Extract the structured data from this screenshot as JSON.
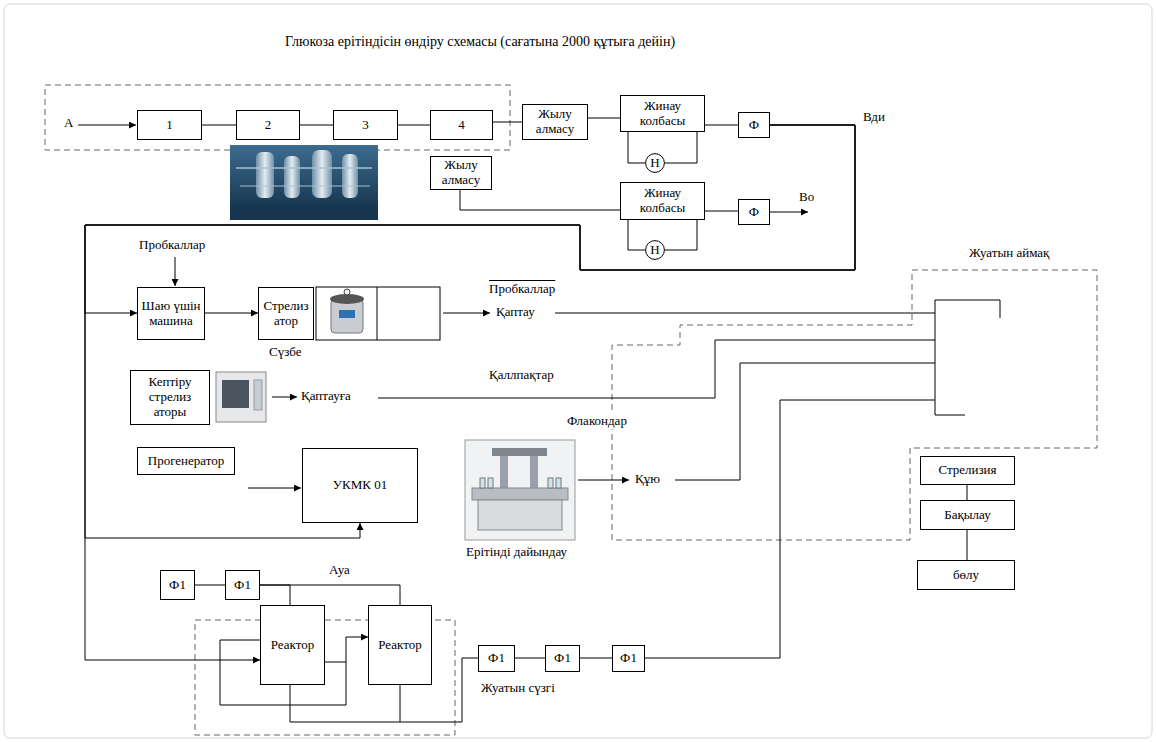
{
  "diagram": {
    "title": "Глюкоза ерітіндісін өндіру схемасы (сағатына 2000 құтыға дейін)",
    "nodes": [
      {
        "text": [
          "1"
        ]
      },
      {
        "text": [
          "2"
        ]
      },
      {
        "text": [
          "3"
        ]
      },
      {
        "text": [
          "4"
        ]
      },
      {
        "text": [
          "Жылу алмасу"
        ]
      },
      {
        "text": [
          "Жинау колбасы"
        ]
      },
      {
        "text": [
          "Н"
        ]
      },
      {
        "text": [
          "Ф"
        ]
      },
      {
        "text": [
          "Жылу алмасу"
        ]
      },
      {
        "text": [
          "Жинау колбасы"
        ]
      },
      {
        "text": [
          "Н"
        ]
      },
      {
        "text": [
          "Ф"
        ]
      },
      {
        "text": [
          "Шаю үшін машина"
        ]
      },
      {
        "text": [
          "Стрелиз атор"
        ]
      },
      {
        "text": [
          "Кептіру стрелиз аторы"
        ]
      },
      {
        "text": [
          "Прогенератор"
        ]
      },
      {
        "text": [
          "УКМК 01"
        ]
      },
      {
        "text": [
          "Стрелизия"
        ]
      },
      {
        "text": [
          "Бақылау"
        ]
      },
      {
        "text": [
          "бөлу"
        ]
      },
      {
        "text": [
          "Ф1"
        ]
      },
      {
        "text": [
          "Ф1"
        ]
      },
      {
        "text": [
          "Реактор"
        ]
      },
      {
        "text": [
          "Реактор"
        ]
      },
      {
        "text": [
          "Ф1"
        ]
      },
      {
        "text": [
          "Ф1"
        ]
      },
      {
        "text": [
          "Ф1"
        ]
      }
    ],
    "edges": [
      {
        "from": 0,
        "to": 1,
        "arrow": "none"
      },
      {
        "from": 1,
        "to": 2,
        "arrow": "none"
      },
      {
        "from": 2,
        "to": 3,
        "arrow": "none"
      },
      {
        "from": 3,
        "to": 4,
        "arrow": "none"
      },
      {
        "from": 4,
        "to": 5,
        "arrow": "none"
      },
      {
        "from": 5,
        "to": 6,
        "arrow": "none"
      },
      {
        "from": 6,
        "to": 5,
        "arrow": "none"
      },
      {
        "from": 5,
        "to": 7,
        "arrow": "none"
      },
      {
        "from": 8,
        "to": 9,
        "arrow": "none"
      },
      {
        "from": 9,
        "to": 10,
        "arrow": "none"
      },
      {
        "from": 10,
        "to": 9,
        "arrow": "none"
      },
      {
        "from": 9,
        "to": 11,
        "arrow": "none"
      },
      {
        "from": 7,
        "to": 12,
        "arrow": "to"
      },
      {
        "from": 7,
        "to": 16,
        "arrow": "to"
      },
      {
        "from": 7,
        "to": 22,
        "arrow": "to"
      },
      {
        "from": 12,
        "to": 13,
        "arrow": "to"
      },
      {
        "from": 20,
        "to": 21,
        "arrow": "none"
      },
      {
        "from": 21,
        "to": 22,
        "arrow": "none"
      },
      {
        "from": 21,
        "to": 23,
        "arrow": "none"
      },
      {
        "from": 22,
        "to": 23,
        "arrow": "to"
      },
      {
        "from": 23,
        "to": 24,
        "arrow": "none"
      },
      {
        "from": 24,
        "to": 25,
        "arrow": "none"
      },
      {
        "from": 25,
        "to": 26,
        "arrow": "none"
      },
      {
        "from": 17,
        "to": 18,
        "arrow": "none"
      },
      {
        "from": 18,
        "to": 19,
        "arrow": "none"
      }
    ],
    "labels": [
      "А",
      "Вди",
      "Во",
      "Пробкаллар",
      "Сүзбе",
      "Пробкаллар",
      "Қаптау",
      "Қаптауға",
      "Қаллпақтар",
      "Флакондар",
      "Құю",
      "Ерітінді дайындау",
      "Ауа",
      "Жуатын сүзгі",
      "Жуатын аймақ"
    ]
  }
}
